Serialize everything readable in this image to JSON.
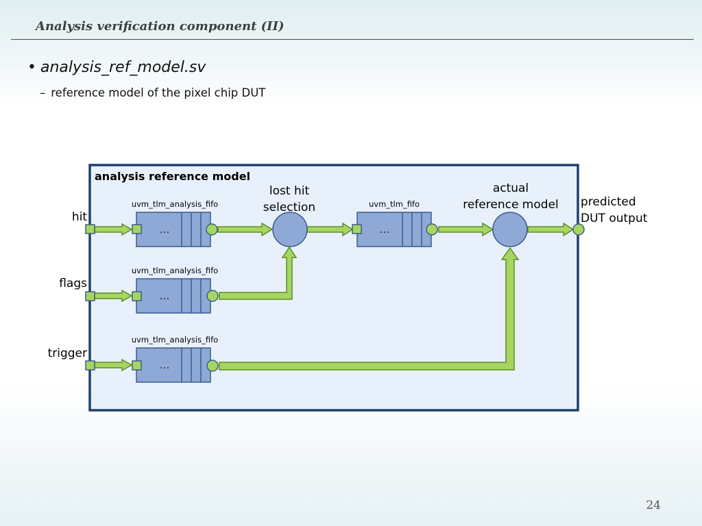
{
  "slide": {
    "title": "Analysis verification component (II)",
    "page_number": "24"
  },
  "bullets": {
    "main": "analysis_ref_model.sv",
    "sub": "reference model of the pixel chip DUT"
  },
  "diagram": {
    "box_title": "analysis reference model",
    "inputs": {
      "hit": "hit",
      "flags": "flags",
      "trigger": "trigger"
    },
    "fifo_labels": {
      "hit": "uvm_tlm_analysis_fifo",
      "flags": "uvm_tlm_analysis_fifo",
      "trigger": "uvm_tlm_analysis_fifo",
      "mid": "uvm_tlm_fifo"
    },
    "fifo_content": "…",
    "lost_hit": {
      "line1": "lost hit",
      "line2": "selection"
    },
    "actual_ref": {
      "line1": "actual",
      "line2": "reference model"
    },
    "output": {
      "line1": "predicted",
      "line2": "DUT output"
    },
    "colors": {
      "box_fill": "#e8f1fb",
      "box_border": "#1f3f6f",
      "fifo_fill": "#8ea9d6",
      "fifo_border": "#3b5b8c",
      "process_fill": "#8ea9d6",
      "arrow_fill": "#a6d65f",
      "arrow_border": "#5c8a2e",
      "port_fill": "#a6d65f"
    }
  }
}
